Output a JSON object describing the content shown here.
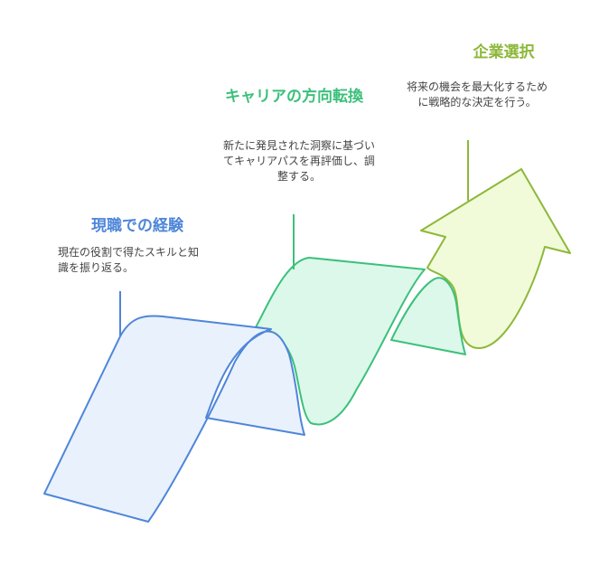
{
  "colors": {
    "stage1": "#4e86d9",
    "stage1_fill": "#e9f1fc",
    "stage2": "#3cc07b",
    "stage2_fill": "#dcf8ea",
    "stage3": "#8db83a",
    "stage3_fill": "#f1fbd9"
  },
  "stages": [
    {
      "title": "現職での経験",
      "description": "現在の役割で得たスキルと知識を振り返る。"
    },
    {
      "title": "キャリアの方向転換",
      "description": "新たに発見された洞察に基づいてキャリアパスを再評価し、調整する。"
    },
    {
      "title": "企業選択",
      "description": "将来の機会を最大化するために戦略的な決定を行う。"
    }
  ]
}
